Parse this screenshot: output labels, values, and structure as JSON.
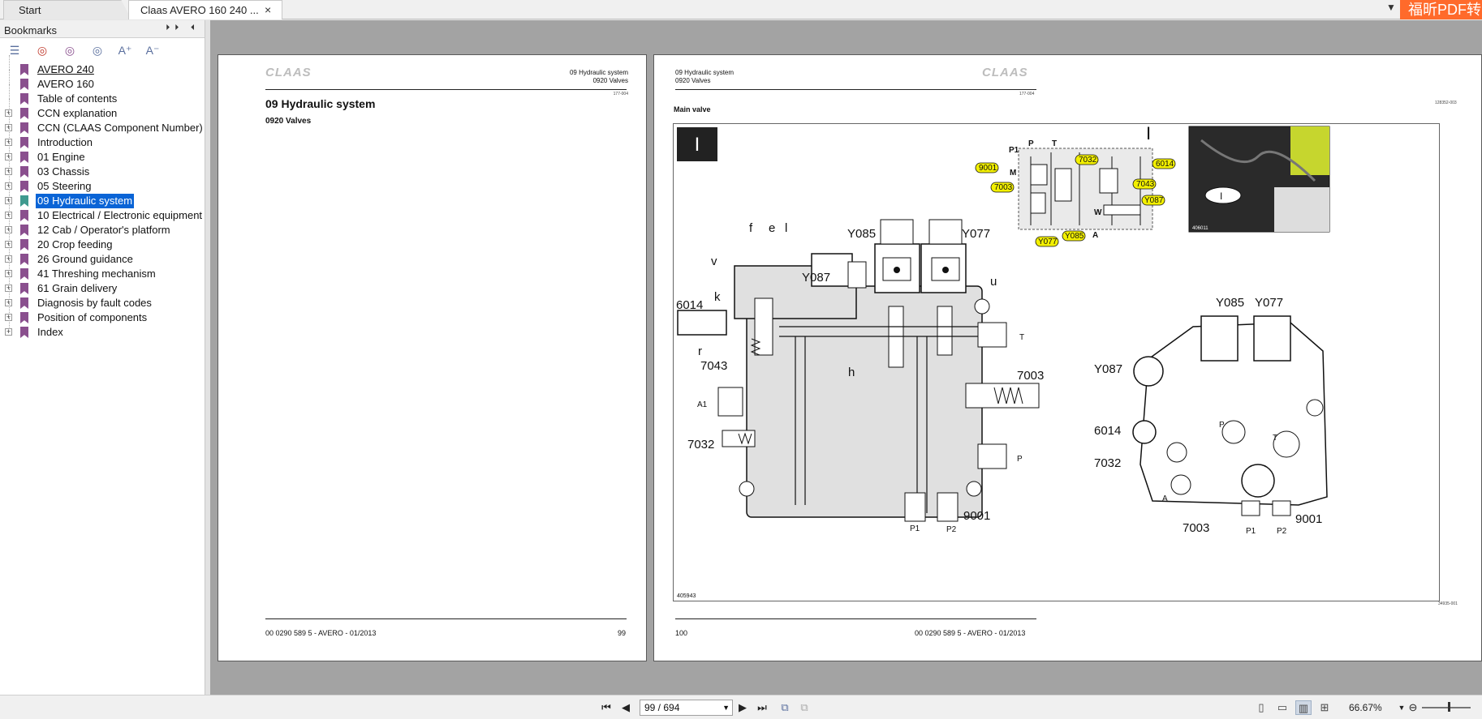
{
  "tabs": {
    "start_label": "Start",
    "doc_label": "Claas AVERO 160 240 ...",
    "close_glyph": "×",
    "dropdown_glyph": "▼",
    "brand_badge": "福昕PDF转"
  },
  "sidebar": {
    "title": "Bookmarks",
    "header_buttons": "⏵⏵ ⏴",
    "toolbar_icons": [
      "bookmark-list-icon",
      "delete-bookmark-icon",
      "add-bookmark-icon",
      "expand-bookmark-icon",
      "increase-font-icon",
      "decrease-font-icon"
    ],
    "toolbar_glyphs": [
      "☰",
      "◎",
      "◎",
      "◎",
      "A⁺",
      "A⁻"
    ],
    "items": [
      {
        "label": "AVERO 240",
        "expandable": false,
        "underline": true,
        "selected": false
      },
      {
        "label": "AVERO 160",
        "expandable": false,
        "underline": false,
        "selected": false
      },
      {
        "label": "Table of contents",
        "expandable": false,
        "underline": false,
        "selected": false
      },
      {
        "label": "CCN explanation",
        "expandable": true,
        "underline": false,
        "selected": false
      },
      {
        "label": "CCN (CLAAS Component Number)",
        "expandable": true,
        "underline": false,
        "selected": false
      },
      {
        "label": "Introduction",
        "expandable": true,
        "underline": false,
        "selected": false
      },
      {
        "label": "01 Engine",
        "expandable": true,
        "underline": false,
        "selected": false
      },
      {
        "label": "03 Chassis",
        "expandable": true,
        "underline": false,
        "selected": false
      },
      {
        "label": "05 Steering",
        "expandable": true,
        "underline": false,
        "selected": false
      },
      {
        "label": "09 Hydraulic system",
        "expandable": true,
        "underline": false,
        "selected": true
      },
      {
        "label": "10 Electrical / Electronic equipment",
        "expandable": true,
        "underline": false,
        "selected": false
      },
      {
        "label": "12 Cab / Operator's platform",
        "expandable": true,
        "underline": false,
        "selected": false
      },
      {
        "label": "20 Crop feeding",
        "expandable": true,
        "underline": false,
        "selected": false
      },
      {
        "label": "26 Ground guidance",
        "expandable": true,
        "underline": false,
        "selected": false
      },
      {
        "label": "41 Threshing mechanism",
        "expandable": true,
        "underline": false,
        "selected": false
      },
      {
        "label": "61 Grain delivery",
        "expandable": true,
        "underline": false,
        "selected": false
      },
      {
        "label": "Diagnosis by fault codes",
        "expandable": true,
        "underline": false,
        "selected": false
      },
      {
        "label": "Position of components",
        "expandable": true,
        "underline": false,
        "selected": false
      },
      {
        "label": "Index",
        "expandable": true,
        "underline": false,
        "selected": false
      }
    ]
  },
  "left_page": {
    "logo": "CLAAS",
    "header_line1": "09 Hydraulic system",
    "header_line2": "0920 Valves",
    "header_code": "177-004",
    "title": "09 Hydraulic system",
    "subtitle": "0920 Valves",
    "footer_doc": "00 0290 589 5 - AVERO - 01/2013",
    "footer_page": "99"
  },
  "right_page": {
    "logo": "CLAAS",
    "header_line1": "09 Hydraulic system",
    "header_line2": "0920 Valves",
    "header_code": "177-004",
    "side_code": "128352-003",
    "section_title": "Main valve",
    "marker": "I",
    "footer_page": "100",
    "footer_doc": "00 0290 589 5 - AVERO - 01/2013",
    "diagram_code_left": "405943",
    "diagram_code_right": "34935-001",
    "photo_code": "406011",
    "section_labels": {
      "f": "f",
      "e": "e",
      "l": "l",
      "v": "v",
      "k": "k",
      "r": "r",
      "h": "h",
      "u": "u",
      "T": "T",
      "P": "P",
      "A1": "A1",
      "A": "A",
      "P1": "P1",
      "P2": "P2",
      "M": "M",
      "W": "W"
    },
    "component_labels": {
      "y085": "Y085",
      "y077": "Y077",
      "y087": "Y087",
      "c6014": "6014",
      "c7043": "7043",
      "c7032": "7032",
      "c7003": "7003",
      "c9001": "9001"
    }
  },
  "statusbar": {
    "page_display": "99 / 694",
    "zoom": "66.67%",
    "nav_glyphs": [
      "⏮",
      "◀",
      "▶",
      "⏭"
    ],
    "view_glyphs": [
      "▯",
      "▭",
      "▥",
      "⊞"
    ],
    "zoom_out_glyph": "⊖"
  }
}
